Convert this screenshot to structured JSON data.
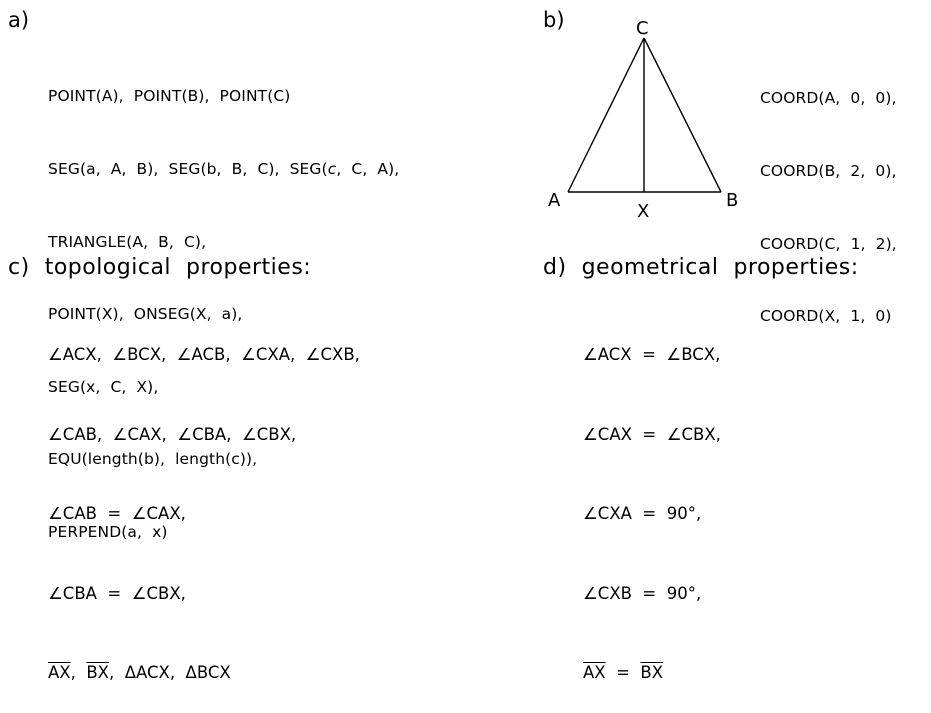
{
  "panel_a": {
    "label": "a)",
    "lines": [
      "POINT(A),  POINT(B),  POINT(C)",
      "SEG(a,  A,  B),  SEG(b,  B,  C),  SEG(",
      "TRIANGLE(A,  B,  C),",
      "POINT(X),  ONSEG(X,  a),",
      "SEG(x,  C,  X),",
      "EQU(length(b),  length(c)),",
      "PERPEND(a,  x)"
    ],
    "line2_italic": "c",
    "line2_tail": ",  C,  A),"
  },
  "panel_b": {
    "label": "b)",
    "vertex_labels": {
      "A": "A",
      "B": "B",
      "C": "C",
      "X": "X"
    },
    "coords": [
      "COORD(A,  0,  0),",
      "COORD(B,  2,  0),",
      "COORD(C,  1,  2),",
      "COORD(X,  1,  0)"
    ]
  },
  "panel_c": {
    "label": "c)",
    "title": "topological  properties:",
    "lines": [
      "∠ACX,  ∠BCX,  ∠ACB,  ∠CXA,  ∠CXB,",
      "∠CAB,  ∠CAX,  ∠CBA,  ∠CBX,",
      "∠CAB  =  ∠CAX,",
      "∠CBA  =  ∠CBX,"
    ],
    "last_line": {
      "seg1": "AX",
      "sep1": ",  ",
      "seg2": "BX",
      "rest": ",  ΔACX,  ΔBCX"
    }
  },
  "panel_d": {
    "label": "d)",
    "title": "geometrical  properties:",
    "lines": [
      "∠ACX  =  ∠BCX,",
      "∠CAX  =  ∠CBX,",
      "∠CXA  =  90°,",
      "∠CXB  =  90°,"
    ],
    "last_line": {
      "seg1": "AX",
      "eq": "  =  ",
      "seg2": "BX"
    }
  }
}
